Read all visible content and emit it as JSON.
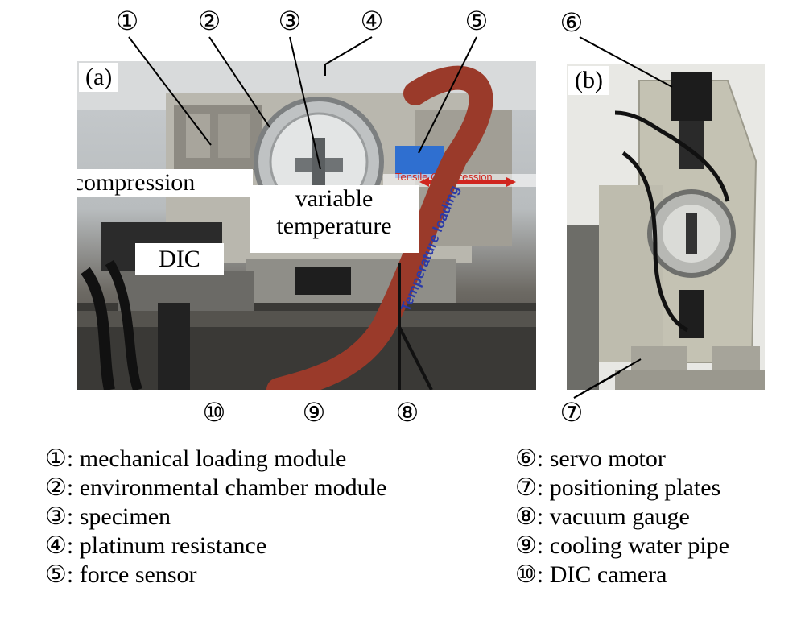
{
  "panels": {
    "a": {
      "label": "(a)"
    },
    "b": {
      "label": "(b)"
    }
  },
  "photo_text": {
    "tensile_compression_arrow": "Tensile Compression",
    "temperature_loading": "Temperature loading"
  },
  "callouts": {
    "tensile": "tensile/compression",
    "variable": "variable",
    "temperature": "temperature",
    "dic": "DIC"
  },
  "numbers": {
    "n1": "①",
    "n2": "②",
    "n3": "③",
    "n4": "④",
    "n5": "⑤",
    "n6": "⑥",
    "n7": "⑦",
    "n8": "⑧",
    "n9": "⑨",
    "n10": "⑩"
  },
  "legend": {
    "left": [
      "①: mechanical loading module",
      "②: environmental chamber module",
      "③: specimen",
      "④: platinum resistance",
      "⑤: force sensor"
    ],
    "right": [
      "⑥: servo motor",
      "⑦: positioning plates",
      "⑧: vacuum gauge",
      "⑨: cooling water pipe",
      "⑩: DIC camera"
    ]
  },
  "colors": {
    "hose": "#9a3a2a",
    "arrow_red": "#d0261f",
    "loading_text": "#2a3aa8"
  }
}
